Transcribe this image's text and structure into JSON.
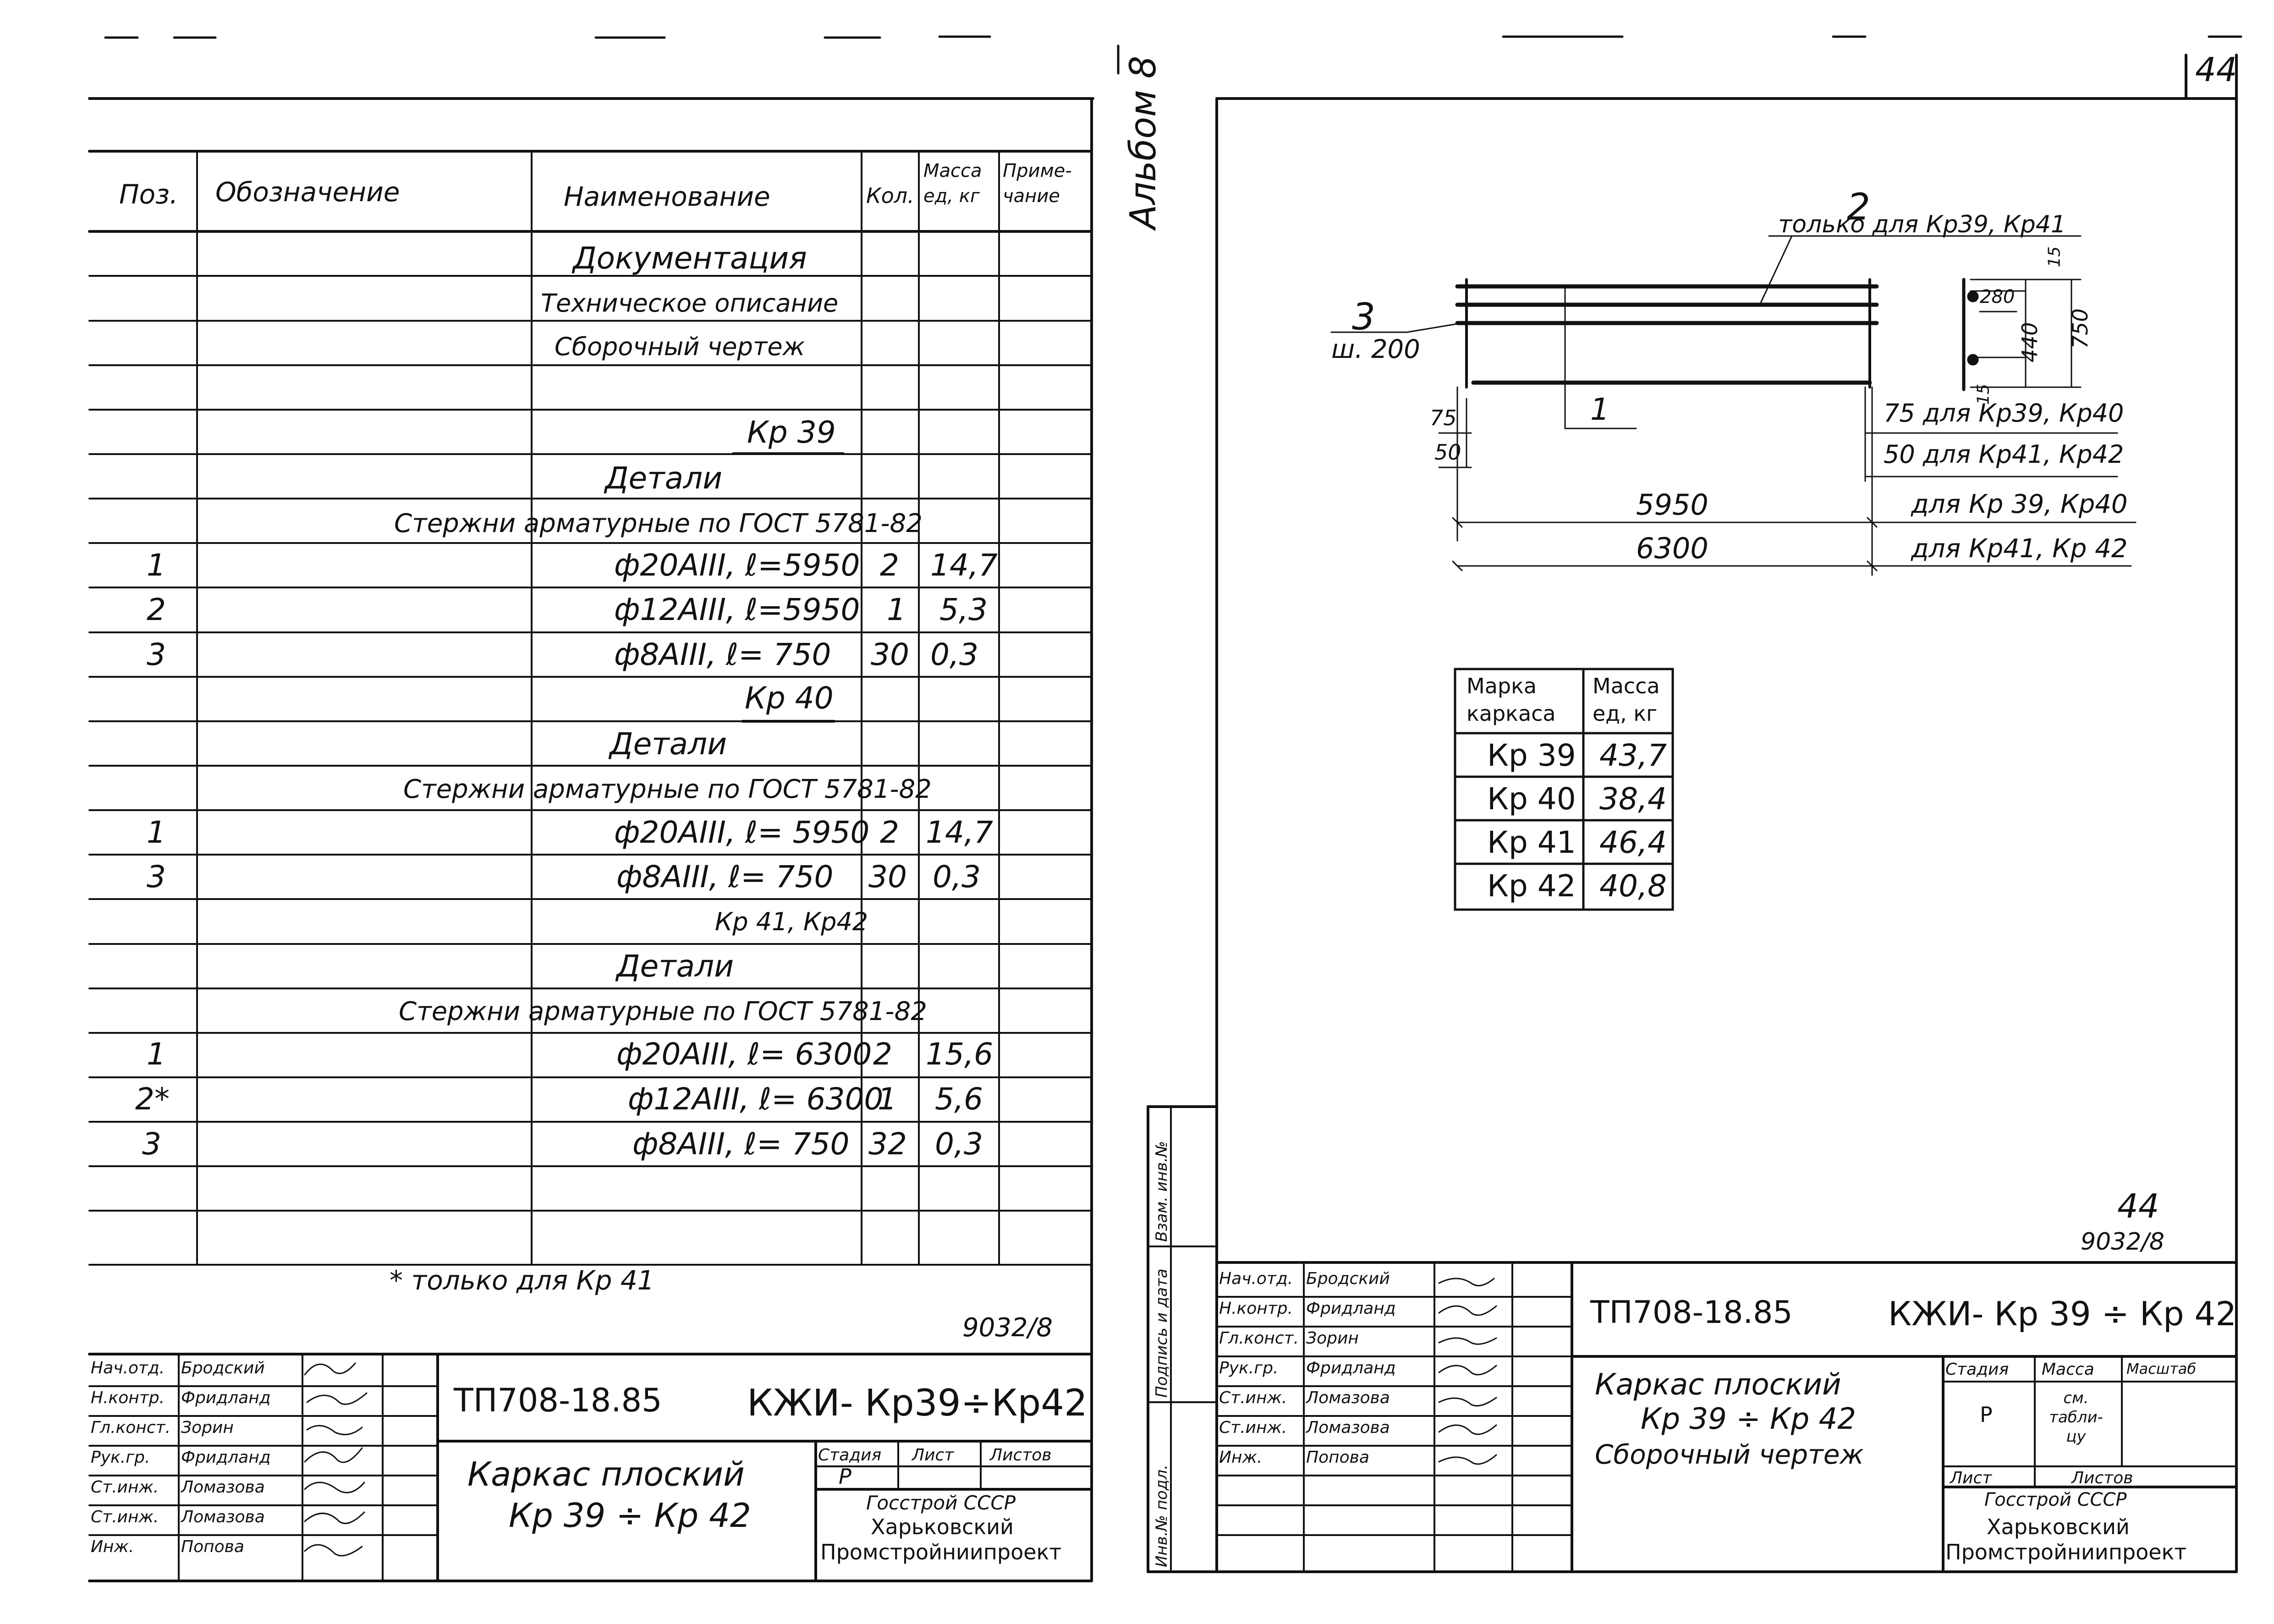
{
  "sheet_number": "44",
  "album_label": "Альбом 8",
  "left_sheet": {
    "headers": {
      "pos": "Поз.",
      "designation": "Обозначение",
      "name": "Наименование",
      "qty": "Кол.",
      "mass_unit_1": "Масса",
      "mass_unit_2": "ед, кг",
      "note_1": "Приме-",
      "note_2": "чание"
    },
    "rows": [
      {
        "pos": "",
        "name": "Документация",
        "qty": "",
        "mass": ""
      },
      {
        "pos": "",
        "name": "Техническое описание",
        "qty": "",
        "mass": ""
      },
      {
        "pos": "",
        "name": "Сборочный чертеж",
        "qty": "",
        "mass": ""
      },
      {
        "pos": "",
        "name": "",
        "qty": "",
        "mass": ""
      },
      {
        "pos": "",
        "name": "Кр 39",
        "qty": "",
        "mass": ""
      },
      {
        "pos": "",
        "name": "Детали",
        "qty": "",
        "mass": ""
      },
      {
        "pos": "",
        "name": "Стержни арматурные по ГОСТ 5781-82",
        "qty": "",
        "mass": ""
      },
      {
        "pos": "1",
        "name": "ф20АIII, ℓ=5950",
        "qty": "2",
        "mass": "14,7"
      },
      {
        "pos": "2",
        "name": "ф12АIII, ℓ=5950",
        "qty": "1",
        "mass": "5,3"
      },
      {
        "pos": "3",
        "name": "ф8АIII, ℓ= 750",
        "qty": "30",
        "mass": "0,3"
      },
      {
        "pos": "",
        "name": "Кр 40",
        "qty": "",
        "mass": ""
      },
      {
        "pos": "",
        "name": "Детали",
        "qty": "",
        "mass": ""
      },
      {
        "pos": "",
        "name": "Стержни арматурные по ГОСТ 5781-82",
        "qty": "",
        "mass": ""
      },
      {
        "pos": "1",
        "name": "ф20АIII, ℓ= 5950",
        "qty": "2",
        "mass": "14,7"
      },
      {
        "pos": "3",
        "name": "ф8АIII, ℓ= 750",
        "qty": "30",
        "mass": "0,3"
      },
      {
        "pos": "",
        "name": "Кр 41, Кр42",
        "qty": "",
        "mass": ""
      },
      {
        "pos": "",
        "name": "Детали",
        "qty": "",
        "mass": ""
      },
      {
        "pos": "",
        "name": "Стержни арматурные по ГОСТ 5781-82",
        "qty": "",
        "mass": ""
      },
      {
        "pos": "1",
        "name": "ф20АIII, ℓ= 6300",
        "qty": "2",
        "mass": "15,6"
      },
      {
        "pos": "2*",
        "name": "ф12АIII, ℓ= 6300",
        "qty": "1",
        "mass": "5,6"
      },
      {
        "pos": "3",
        "name": "ф8АIII, ℓ= 750",
        "qty": "32",
        "mass": "0,3"
      },
      {
        "pos": "",
        "name": "",
        "qty": "",
        "mass": ""
      },
      {
        "pos": "",
        "name": "",
        "qty": "",
        "mass": ""
      }
    ],
    "footnote": "* только для Кр 41",
    "archive_no": "9032/8",
    "title_block": {
      "roles": [
        "Нач.отд.",
        "Н.контр.",
        "Гл.конст.",
        "Рук.гр.",
        "Ст.инж.",
        "Ст.инж.",
        "Инж."
      ],
      "names": [
        "Бродский",
        "Фридланд",
        "Зорин",
        "Фридланд",
        "Ломазова",
        "Ломазова",
        "Попова"
      ],
      "doc_code": "ТП708-18.85",
      "doc_mark": "КЖИ- Кр39÷Кр42",
      "title_line1": "Каркас плоский",
      "title_line2": "Кр 39 ÷ Кр 42",
      "stage_label": "Стадия",
      "sheet_label": "Лист",
      "sheets_label": "Листов",
      "stage_value": "Р",
      "org_line1": "Госстрой СССР",
      "org_line2": "Харьковский",
      "org_line3": "Промстройниипроект"
    }
  },
  "right_sheet": {
    "drawing": {
      "callout_2": "2",
      "callout_2_note": "только для Кр39, Кр41",
      "callout_3": "3",
      "callout_3_step": "ш. 200",
      "callout_1": "1",
      "dim_15": "15",
      "dim_280": "280",
      "dim_440": "440",
      "dim_750": "750",
      "dim_15b": "15",
      "dim_75_left": "75",
      "dim_50_left": "50",
      "dim_75_note": "75 для Кр39, Кр40",
      "dim_50_note": "50 для Кр41, Кр42",
      "dim_5950": "5950",
      "dim_6300": "6300",
      "dim_5950_note": "для Кр 39, Кр40",
      "dim_6300_note": "для Кр41, Кр 42"
    },
    "mass_table": {
      "header_mark_1": "Марка",
      "header_mark_2": "каркаса",
      "header_mass_1": "Масса",
      "header_mass_2": "ед, кг",
      "rows": [
        {
          "mark": "Кр 39",
          "mass": "43,7"
        },
        {
          "mark": "Кр 40",
          "mass": "38,4"
        },
        {
          "mark": "Кр 41",
          "mass": "46,4"
        },
        {
          "mark": "Кр 42",
          "mass": "40,8"
        }
      ]
    },
    "page_no": "44",
    "archive_no": "9032/8",
    "side_stamp": [
      "Инв.№ подл.",
      "Подпись и дата",
      "Взам. инв.№"
    ],
    "title_block": {
      "roles": [
        "Нач.отд.",
        "Н.контр.",
        "Гл.конст.",
        "Рук.гр.",
        "Ст.инж.",
        "Ст.инж.",
        "Инж."
      ],
      "names": [
        "Бродский",
        "Фридланд",
        "Зорин",
        "Фридланд",
        "Ломазова",
        "Ломазова",
        "Попова"
      ],
      "doc_code": "ТП708-18.85",
      "doc_mark": "КЖИ- Кр 39 ÷ Кр 42",
      "title_line1": "Каркас плоский",
      "title_line2": "Кр 39 ÷ Кр 42",
      "title_line3": "Сборочный чертеж",
      "stage_label": "Стадия",
      "mass_label": "Масса",
      "scale_label": "Масштаб",
      "stage_value": "Р",
      "mass_value": "см. табли- цу",
      "sheet_label": "Лист",
      "sheets_label": "Листов",
      "org_line1": "Госстрой СССР",
      "org_line2": "Харьковский",
      "org_line3": "Промстройниипроект"
    }
  }
}
